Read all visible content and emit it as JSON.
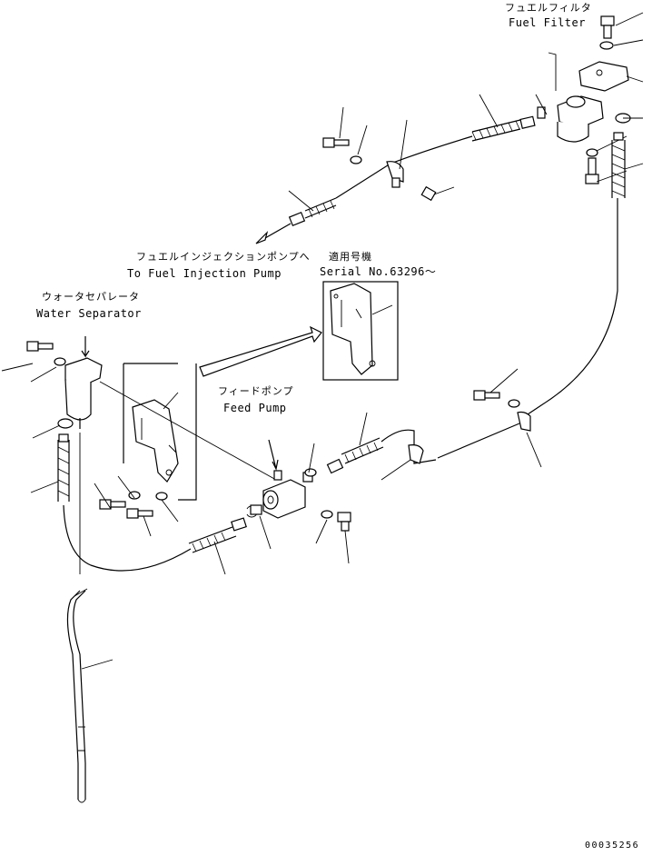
{
  "labels": {
    "fuel_filter_jp": "フュエルフィルタ",
    "fuel_filter_en": "Fuel Filter",
    "injection_pump_jp": "フュエルインジェクションポンプへ",
    "injection_pump_en": "To Fuel Injection Pump",
    "applicable_jp": "適用号機",
    "serial_no": "Serial No.63296～",
    "water_separator_jp": "ウォータセパレータ",
    "water_separator_en": "Water Separator",
    "feed_pump_jp": "フィードポンプ",
    "feed_pump_en": "Feed Pump",
    "drawing_no": "00035256"
  }
}
